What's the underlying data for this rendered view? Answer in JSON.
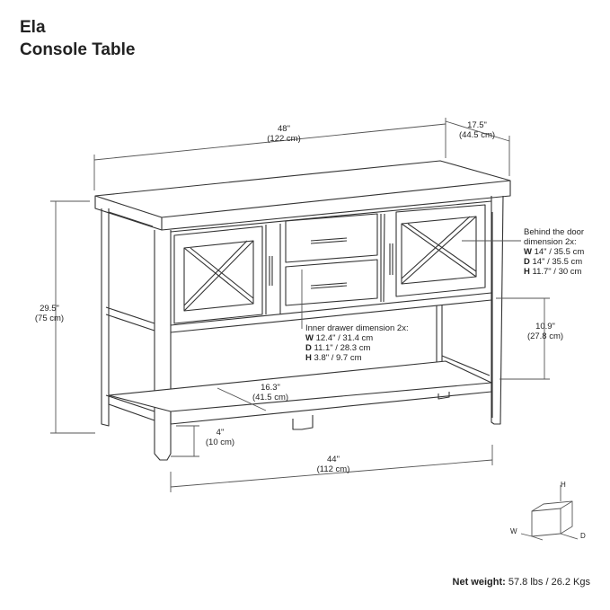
{
  "title": {
    "line1": "Ela",
    "line2": "Console Table"
  },
  "dimensions": {
    "width": {
      "in": "48\"",
      "cm": "(122 cm)"
    },
    "depth": {
      "in": "17.5\"",
      "cm": "(44.5 cm)"
    },
    "height": {
      "in": "29.5\"",
      "cm": "(75 cm)"
    },
    "shelf_clearance": {
      "in": "10.9\"",
      "cm": "(27.8 cm)"
    },
    "shelf_depth": {
      "in": "16.3\"",
      "cm": "(41.5 cm)"
    },
    "leg_clearance": {
      "in": "4\"",
      "cm": "(10 cm)"
    },
    "shelf_width": {
      "in": "44\"",
      "cm": "(112 cm)"
    }
  },
  "behind_door": {
    "heading1": "Behind the door",
    "heading2": "dimension 2x:",
    "w_key": "W",
    "w_val": "14\" / 35.5 cm",
    "d_key": "D",
    "d_val": "14\" / 35.5 cm",
    "h_key": "H",
    "h_val": "11.7\" / 30 cm"
  },
  "inner_drawer": {
    "heading": "Inner drawer dimension 2x:",
    "w_key": "W",
    "w_val": "12.4\" / 31.4 cm",
    "d_key": "D",
    "d_val": "11.1\" / 28.3 cm",
    "h_key": "H",
    "h_val": "3.8\" / 9.7 cm"
  },
  "axis_legend": {
    "h": "H",
    "w": "W",
    "d": "D"
  },
  "net_weight": {
    "label": "Net weight:",
    "value": "57.8 lbs / 26.2 Kgs"
  },
  "colors": {
    "line": "#333333",
    "text": "#222222",
    "background": "#ffffff"
  }
}
